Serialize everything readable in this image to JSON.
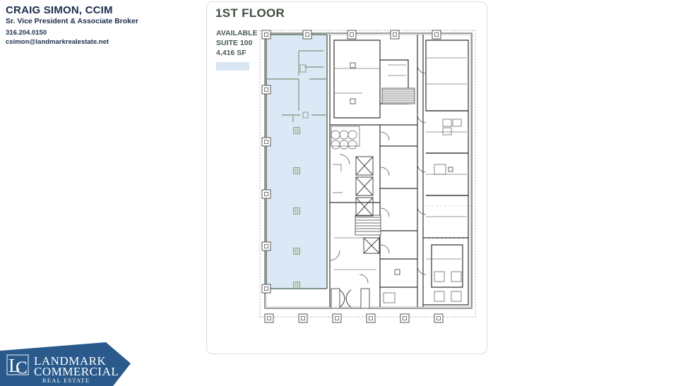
{
  "broker": {
    "name": "CRAIG SIMON, CCIM",
    "title": "Sr. Vice President & Associate Broker",
    "phone": "316.204.0150",
    "email": "csimon@landmarkrealestate.net"
  },
  "plan": {
    "title": "1ST FLOOR",
    "legend": {
      "status": "AVAILABLE",
      "suite": "SUITE 100",
      "area": "4,416 SF",
      "swatch_color": "#d9e6f4"
    },
    "colors": {
      "available_fill": "#dce8f5",
      "wall_line": "#333333",
      "suite_wall": "#7e9383",
      "column_marker": "#8aa08f",
      "card_border": "#dcdcdc",
      "title_color": "#3e4f43"
    }
  },
  "logo": {
    "monogram": "LC",
    "line1": "LANDMARK",
    "line2": "COMMERCIAL",
    "line3": "REAL  ESTATE",
    "banner_color": "#2a5a8c",
    "text_color": "#ffffff"
  }
}
